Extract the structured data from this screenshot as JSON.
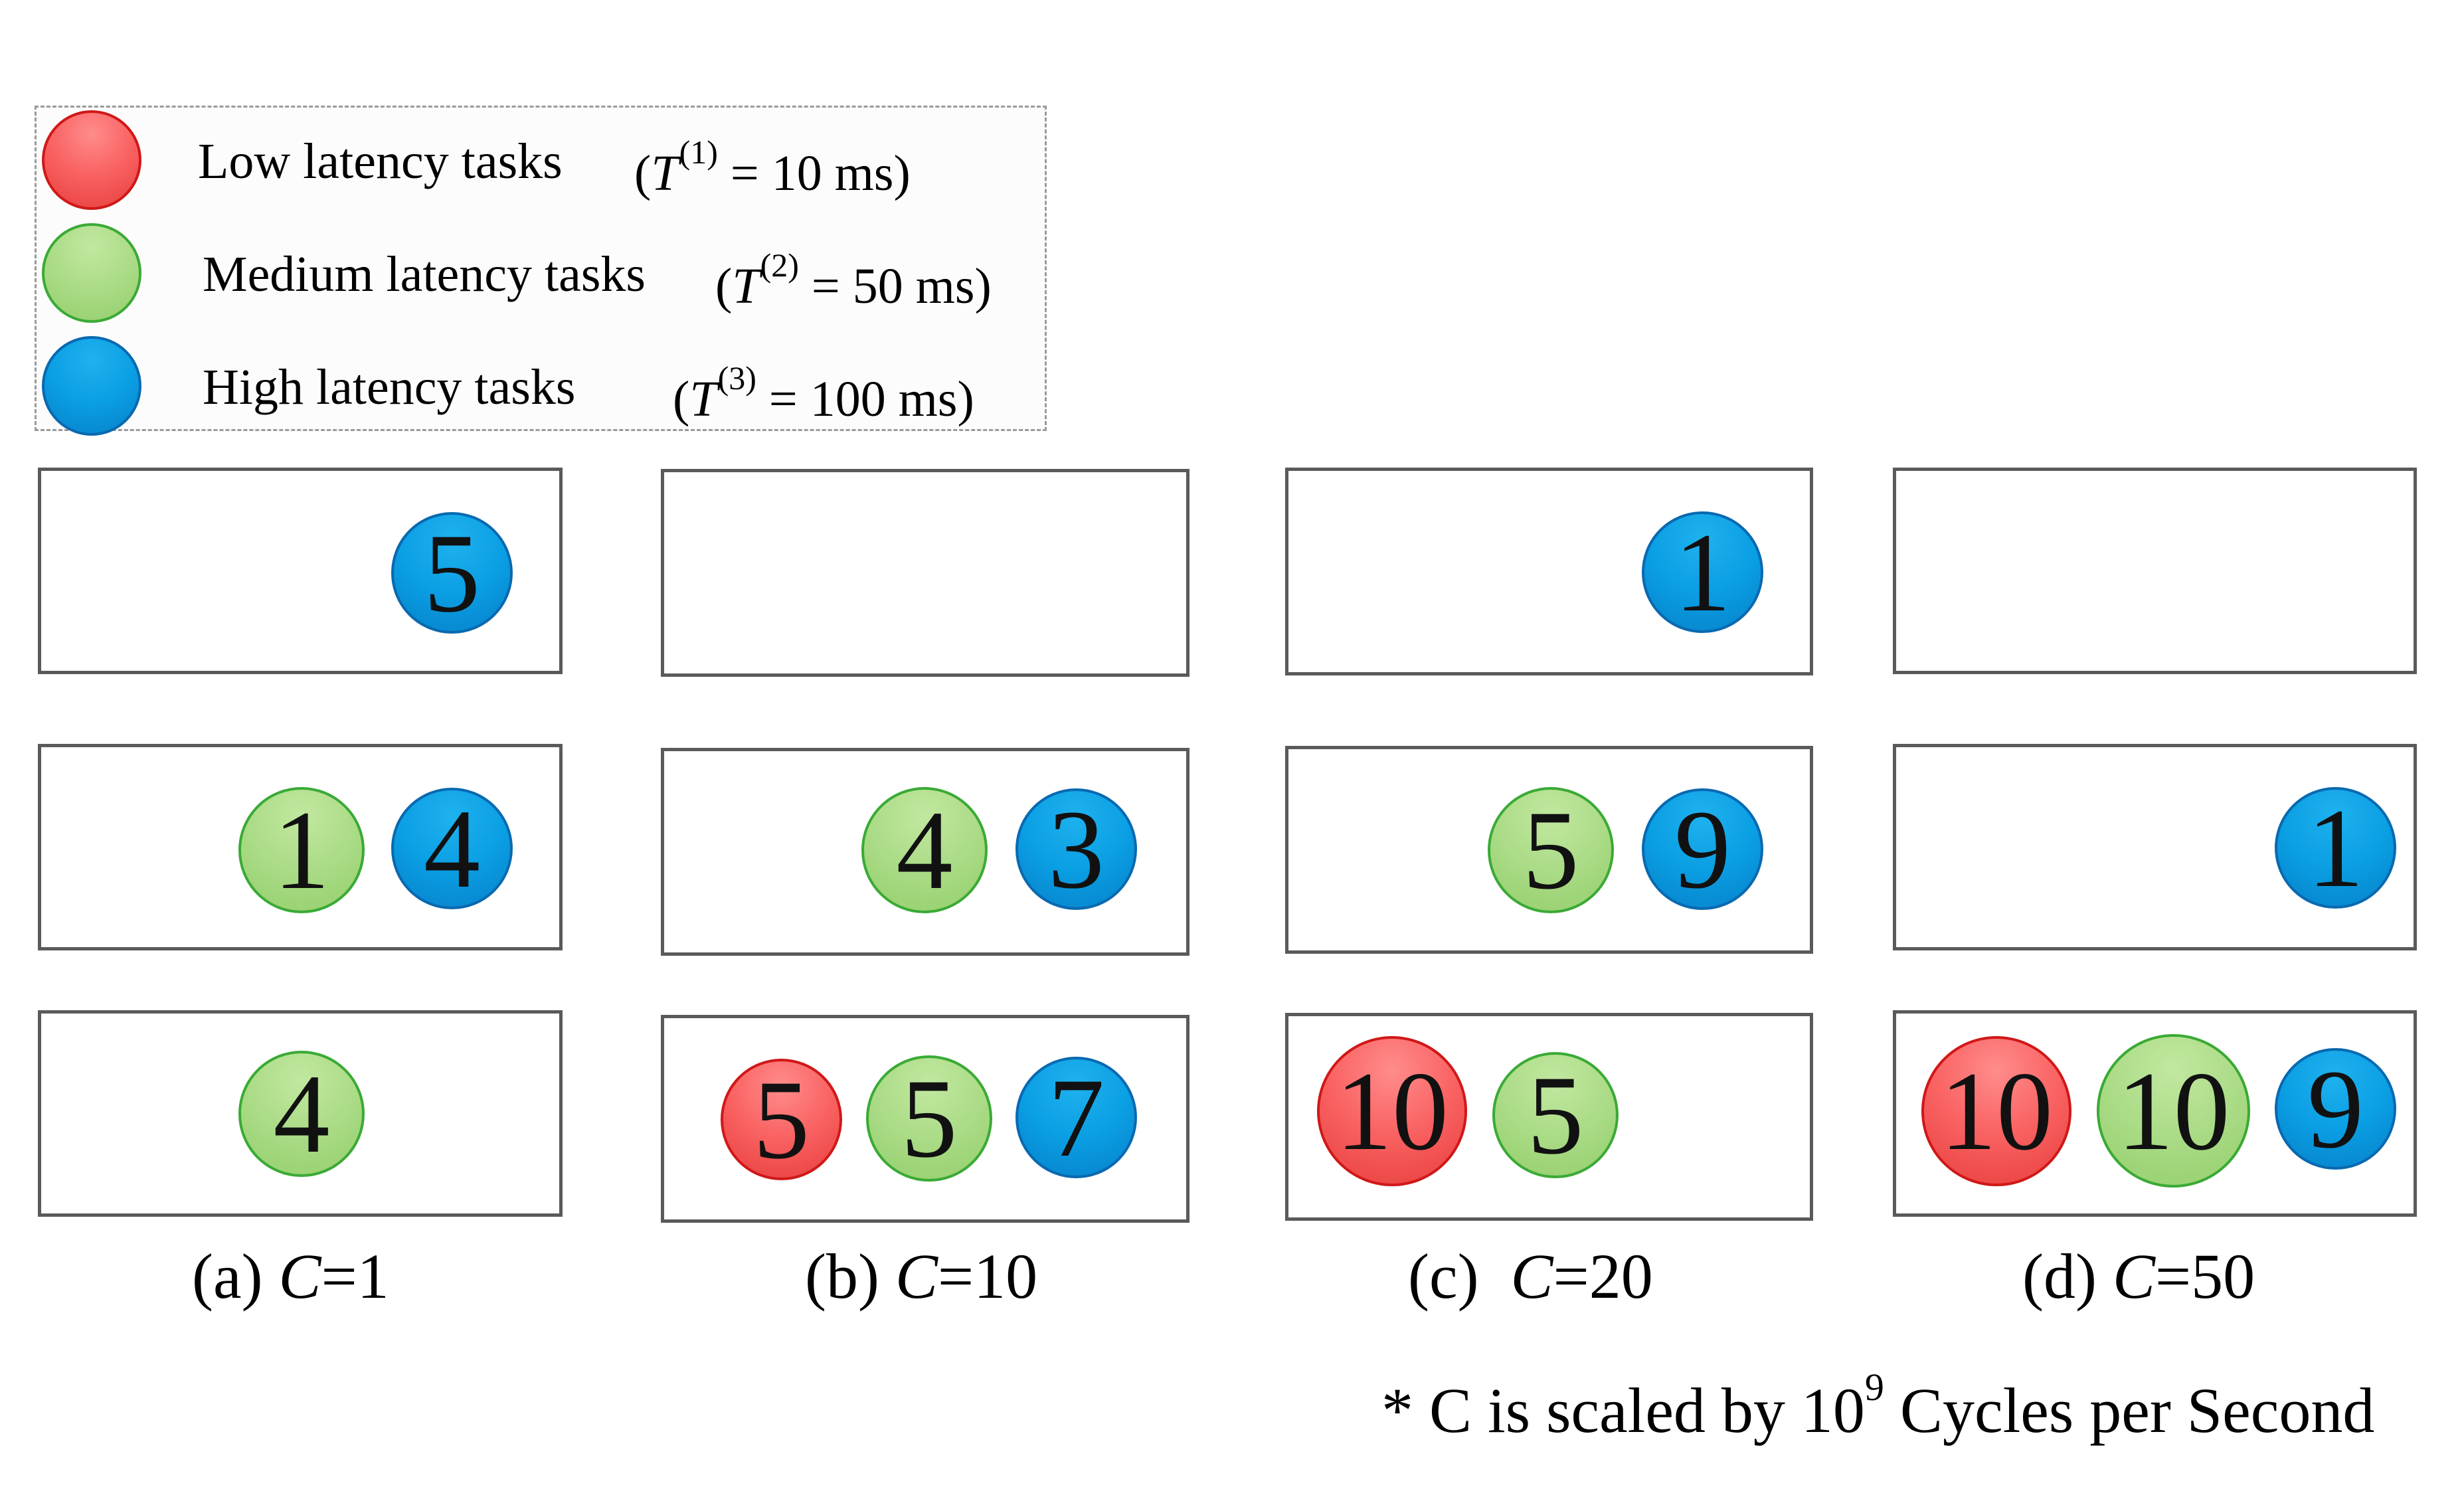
{
  "legend": {
    "items": [
      {
        "label": "Low latency tasks",
        "symbol": "T",
        "index": "(1)",
        "value": "= 10 ms",
        "color": "red"
      },
      {
        "label": "Medium latency tasks",
        "symbol": "T",
        "index": "(2)",
        "value": "= 50 ms",
        "color": "green"
      },
      {
        "label": "High latency tasks",
        "symbol": "T",
        "index": "(3)",
        "value": "= 100 ms",
        "color": "blue"
      }
    ]
  },
  "panels": [
    {
      "caption_prefix": "(a) ",
      "caption_var": "C",
      "caption_value": "=1",
      "rows": [
        [
          {
            "color": "blue",
            "count": "5"
          }
        ],
        [
          {
            "color": "green",
            "count": "1"
          },
          {
            "color": "blue",
            "count": "4"
          }
        ],
        [
          {
            "color": "green",
            "count": "4"
          }
        ]
      ]
    },
    {
      "caption_prefix": "(b) ",
      "caption_var": "C",
      "caption_value": "=10",
      "rows": [
        [],
        [
          {
            "color": "green",
            "count": "4"
          },
          {
            "color": "blue",
            "count": "3"
          }
        ],
        [
          {
            "color": "red",
            "count": "5"
          },
          {
            "color": "green",
            "count": "5"
          },
          {
            "color": "blue",
            "count": "7"
          }
        ]
      ]
    },
    {
      "caption_prefix": "(c)  ",
      "caption_var": "C",
      "caption_value": "=20",
      "rows": [
        [
          {
            "color": "blue",
            "count": "1"
          }
        ],
        [
          {
            "color": "green",
            "count": "5"
          },
          {
            "color": "blue",
            "count": "9"
          }
        ],
        [
          {
            "color": "red",
            "count": "10"
          },
          {
            "color": "green",
            "count": "5"
          }
        ]
      ]
    },
    {
      "caption_prefix": "(d) ",
      "caption_var": "C",
      "caption_value": "=50",
      "rows": [
        [],
        [
          {
            "color": "blue",
            "count": "1"
          }
        ],
        [
          {
            "color": "red",
            "count": "10"
          },
          {
            "color": "green",
            "count": "10"
          },
          {
            "color": "blue",
            "count": "9"
          }
        ]
      ]
    }
  ],
  "footnote": {
    "prefix": "* C is scaled by 10",
    "exponent": "9",
    "suffix": " Cycles per Second"
  },
  "colors": {
    "red": "#fa6464",
    "green": "#aadb86",
    "blue": "#0a9ee3",
    "border": "#5a5a5a"
  }
}
